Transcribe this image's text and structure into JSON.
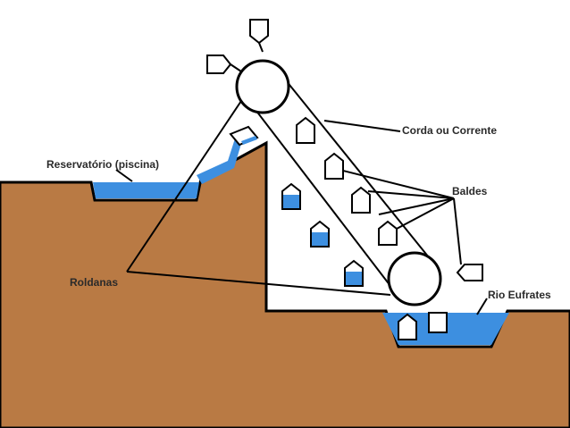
{
  "labels": {
    "chain": "Corda ou Corrente",
    "reservoir": "Reservatório (piscina)",
    "buckets": "Baldes",
    "pulleys": "Roldanas",
    "river": "Rio Eufrates"
  },
  "colors": {
    "ground": "#b97a44",
    "water": "#3d8fe0",
    "outline": "#000000",
    "background": "#ffffff"
  },
  "icons": {
    "pulley": "circle-wheel",
    "bucket": "pentagon-bucket"
  }
}
